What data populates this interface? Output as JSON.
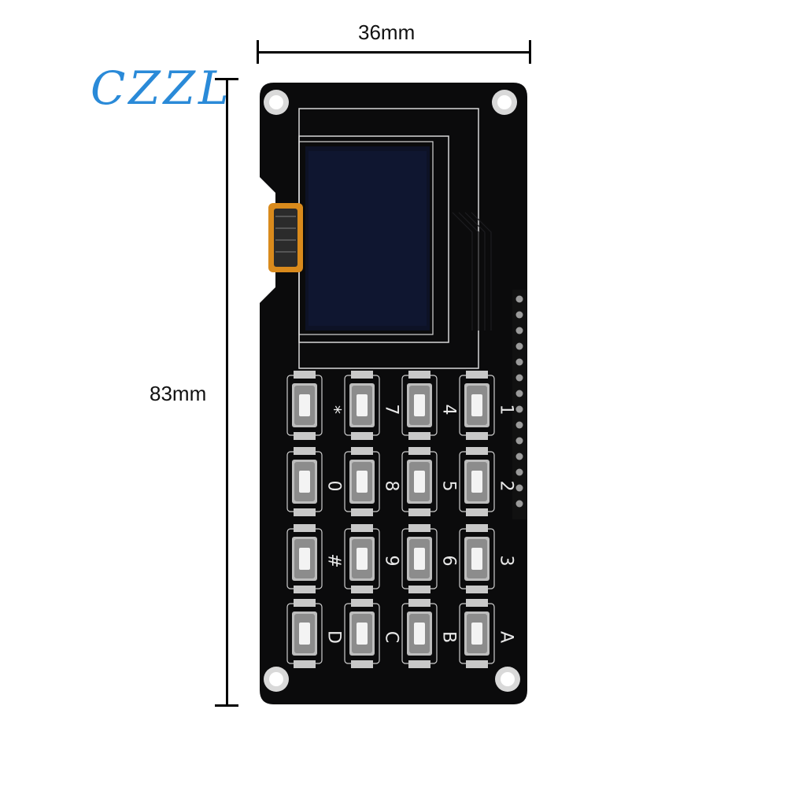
{
  "brand": {
    "logo_text": "CZZL"
  },
  "dimensions": {
    "width_label": "36mm",
    "height_label": "83mm"
  },
  "keypad": {
    "rows": [
      [
        "*",
        "7",
        "4",
        "1"
      ],
      [
        "0",
        "8",
        "5",
        "2"
      ],
      [
        "#",
        "9",
        "6",
        "3"
      ],
      [
        "D",
        "C",
        "B",
        "A"
      ]
    ]
  },
  "colors": {
    "board": "#0b0b0c",
    "logo": "#2a8ad8",
    "silkscreen": "#e8e8e8",
    "screen": "#0d1226"
  },
  "icons": [
    "mounting-hole-icon",
    "ribbon-connector-icon",
    "pin-header-icon",
    "tactile-button-icon"
  ]
}
